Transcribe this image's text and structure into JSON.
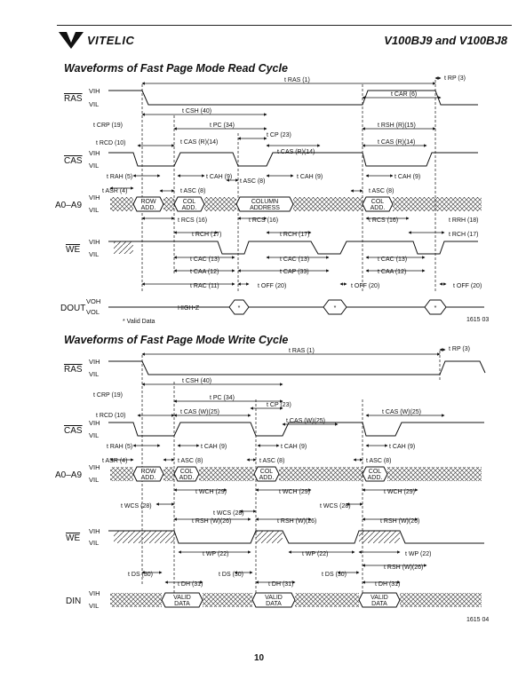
{
  "header": {
    "brand": "VITELIC",
    "part": "V100BJ9 and V100BJ8"
  },
  "read_cycle": {
    "title": "Waveforms of  Fast Page Mode Read Cycle",
    "figure_id": "1615 03",
    "legend_valid": "* Valid Data",
    "high_z": "HIGH-Z",
    "valid_mark": "*",
    "signals": {
      "ras": "RAS",
      "cas": "CAS",
      "addr": "A0–A9",
      "we": "WE",
      "dout": "DOUT"
    },
    "levels": {
      "vih": "VIH",
      "vil": "VIL",
      "voh": "VOH",
      "vol": "VOL"
    },
    "cells": {
      "row": "ROW",
      "add": "ADD.",
      "col": "COL",
      "column": "COLUMN",
      "address": "ADDRESS"
    },
    "timing": {
      "ras": "t RAS (1)",
      "rp": "t RP (3)",
      "car": "t CAR (6)",
      "csh": "t CSH (40)",
      "crp": "t CRP (19)",
      "pc": "t PC (34)",
      "cp": "t CP (23)",
      "rsh_r": "t RSH (R)(15)",
      "rcd": "t RCD (10)",
      "cas_r": "t CAS (R)(14)",
      "rah": "t RAH (5)",
      "cah": "t CAH (9)",
      "asr": "t ASR (4)",
      "asc": "t ASC (8)",
      "rcs": "t RCS (16)",
      "rrh": "t RRH (18)",
      "rch": "t RCH (17)",
      "cac": "t CAC (13)",
      "caa": "t CAA (12)",
      "cap": "t CAP (33)",
      "rac": "t RAC (11)",
      "off": "t OFF (20)"
    }
  },
  "write_cycle": {
    "title": "Waveforms of Fast Page Mode Write Cycle",
    "figure_id": "1615 04",
    "signals": {
      "ras": "RAS",
      "cas": "CAS",
      "addr": "A0–A9",
      "we": "WE",
      "din": "DIN"
    },
    "levels": {
      "vih": "VIH",
      "vil": "VIL"
    },
    "cells": {
      "row": "ROW",
      "add": "ADD.",
      "col": "COL",
      "valid": "VALID",
      "data": "DATA"
    },
    "timing": {
      "ras": "t RAS (1)",
      "rp": "t RP (3)",
      "csh": "t CSH (40)",
      "crp": "t CRP (19)",
      "pc": "t PC (34)",
      "cp": "t CP (23)",
      "rcd": "t RCD (10)",
      "cas_w": "t CAS (W)(25)",
      "rah": "t RAH (5)",
      "cah": "t CAH (9)",
      "asr": "t ASR (4)",
      "asc": "t ASC (8)",
      "wch": "t WCH (29)",
      "wcs": "t WCS (28)",
      "rsh_w": "t RSH (W)(26)",
      "wp": "t WP (22)",
      "ds": "t DS (30)",
      "dh": "t DH (31)"
    }
  },
  "footer": {
    "page_number": "10"
  }
}
